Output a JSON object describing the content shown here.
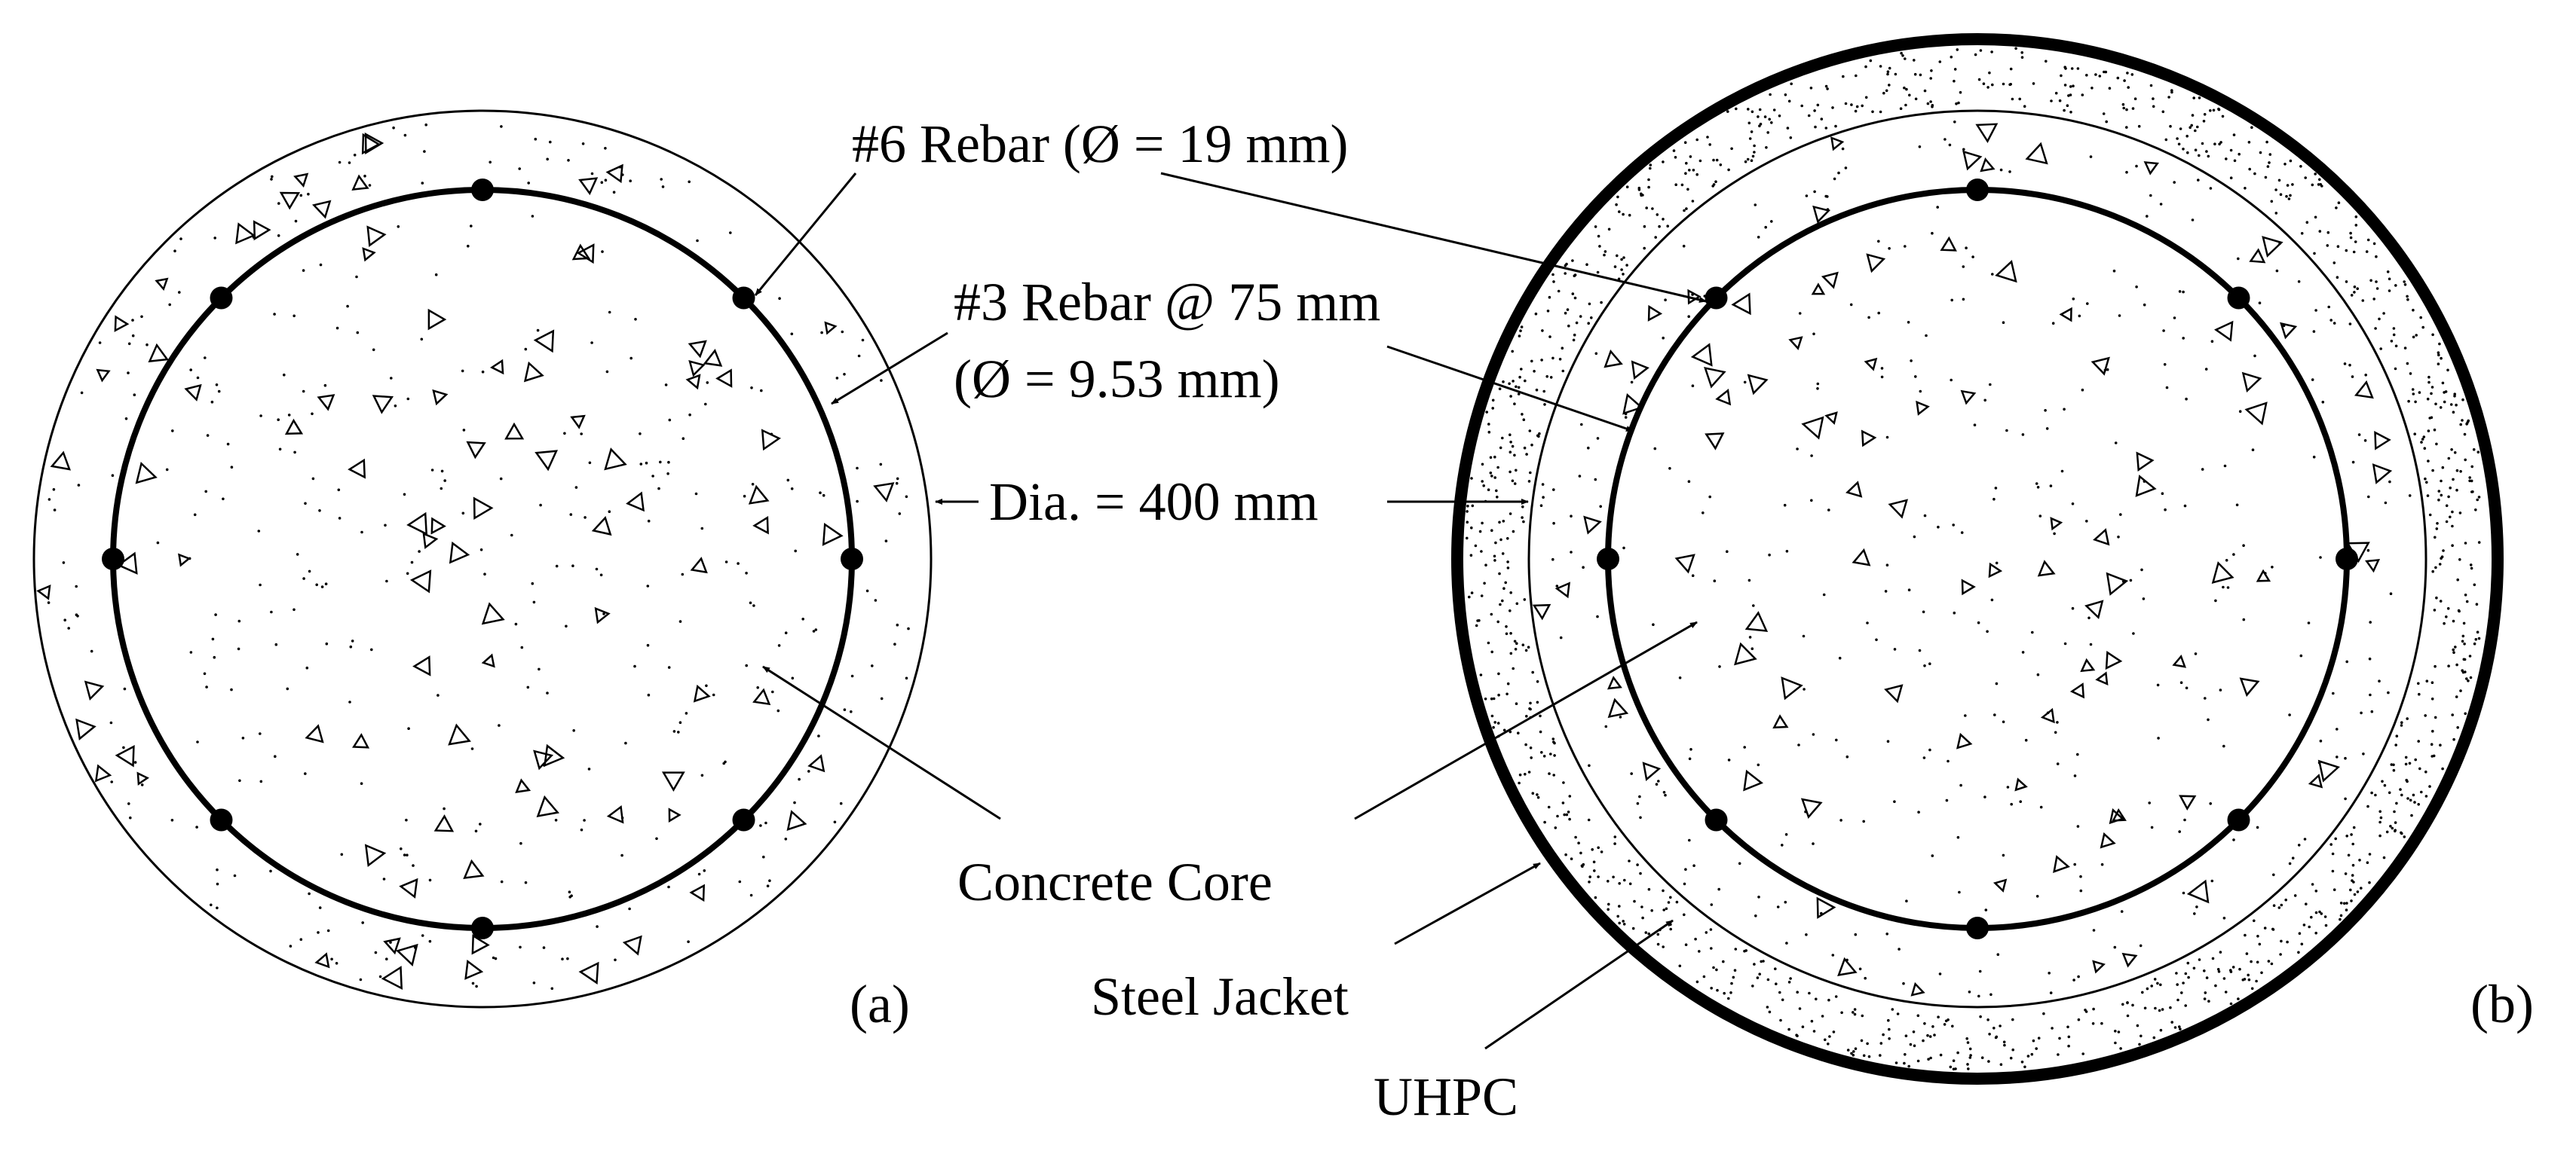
{
  "labels": {
    "rebar6": "#6 Rebar (Ø = 19 mm)",
    "rebar3_line1": "#3 Rebar @ 75 mm",
    "rebar3_line2": "(Ø = 9.53 mm)",
    "diameter": "Dia. = 400 mm",
    "concrete_core": "Concrete Core",
    "steel_jacket": "Steel Jacket",
    "uhpc": "UHPC",
    "panel_a": "(a)",
    "panel_b": "(b)"
  },
  "colors": {
    "ink": "#000000",
    "background": "#ffffff"
  }
}
